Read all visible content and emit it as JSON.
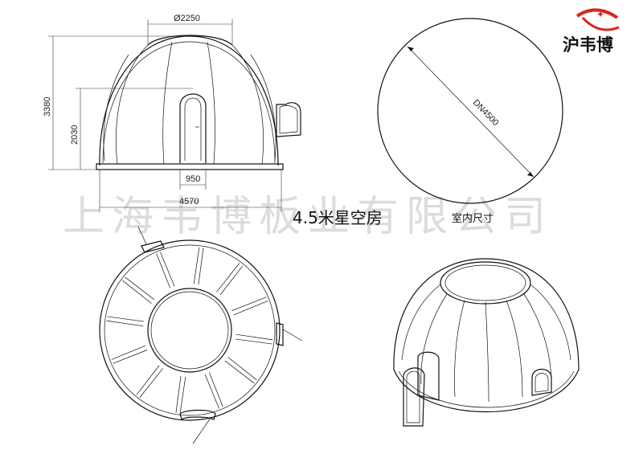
{
  "watermark": "上海韦博板业有限公司",
  "logo": {
    "text": "沪韦博",
    "accent_color": "#d7261e"
  },
  "title": "4.5米星空房",
  "subtitle": "室内尺寸",
  "dimensions": {
    "top_width": "Ø2250",
    "total_height": "3380",
    "door_height": "2030",
    "door_width": "950",
    "base_width": "4570",
    "diameter": "DN4500"
  }
}
